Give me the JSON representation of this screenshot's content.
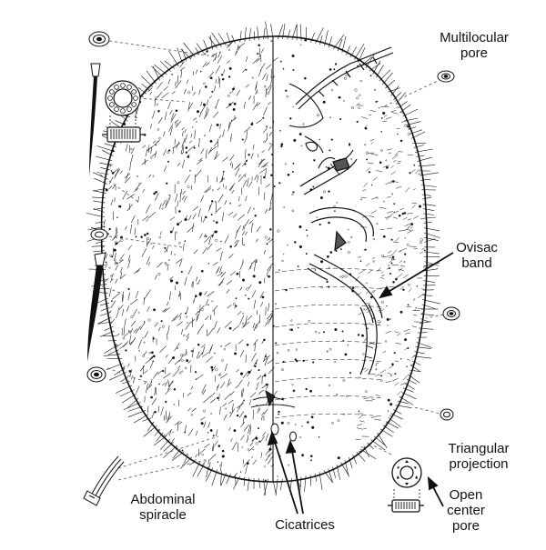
{
  "labels": {
    "multilocular_pore": [
      "Multilocular",
      "pore"
    ],
    "ovisac_band": [
      "Ovisac",
      "band"
    ],
    "triangular_projection": [
      "Triangular",
      "projection"
    ],
    "open_center_pore": [
      "Open",
      "center",
      "pore"
    ],
    "abdominal_spiracle": [
      "Abdominal",
      "spiracle"
    ],
    "cicatrices": "Cicatrices"
  },
  "colors": {
    "ink": "#111111",
    "leader": "#555555",
    "fill": "#ffffff"
  }
}
